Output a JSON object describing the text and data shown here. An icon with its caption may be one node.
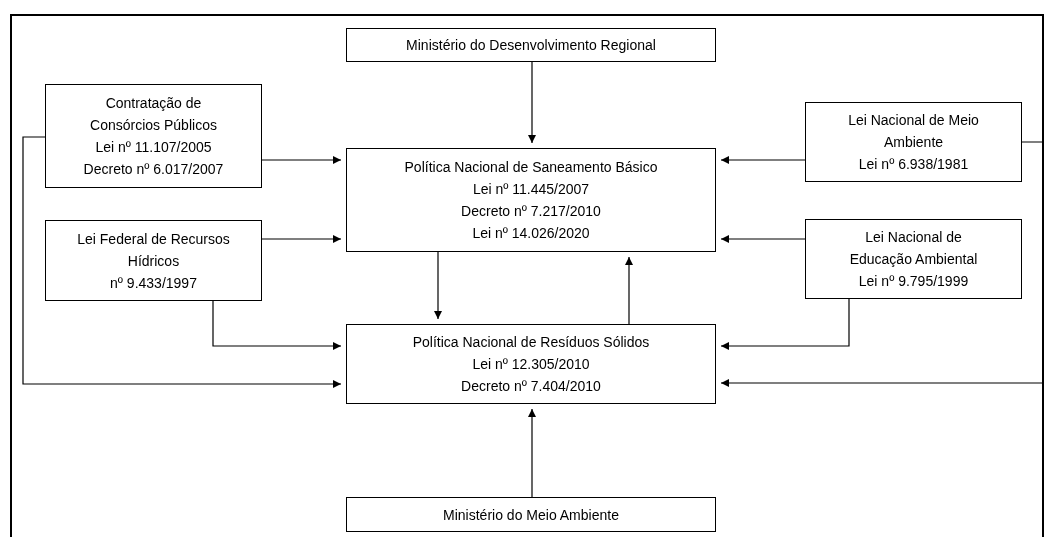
{
  "diagram": {
    "nodes": [
      {
        "text": [
          "Ministério do Desenvolvimento Regional"
        ]
      },
      {
        "text": [
          "Contratação de Consórcios Públicos",
          "Lei nº 11.107/2005",
          "Decreto nº 6.017/2007"
        ]
      },
      {
        "text": [
          "Lei Federal de Recursos Hídricos",
          "nº 9.433/1997"
        ]
      },
      {
        "text": [
          "Política Nacional de Saneamento Básico",
          "Lei nº 11.445/2007",
          "Decreto nº 7.217/2010",
          "Lei nº 14.026/2020"
        ]
      },
      {
        "text": [
          "Lei Nacional de Meio Ambiente",
          "Lei nº 6.938/1981"
        ]
      },
      {
        "text": [
          "Lei Nacional de Educação Ambiental",
          "Lei nº 9.795/1999"
        ]
      },
      {
        "text": [
          "Política Nacional de Resíduos Sólidos",
          "Lei nº 12.305/2010",
          "Decreto nº 7.404/2010"
        ]
      },
      {
        "text": [
          "Ministério do Meio Ambiente"
        ]
      }
    ],
    "edges": [
      {
        "from": 0,
        "to": 3,
        "arrow": "to"
      },
      {
        "from": 1,
        "to": 3,
        "arrow": "to"
      },
      {
        "from": 2,
        "to": 3,
        "arrow": "to"
      },
      {
        "from": 4,
        "to": 3,
        "arrow": "to"
      },
      {
        "from": 5,
        "to": 3,
        "arrow": "to"
      },
      {
        "from": 3,
        "to": 6,
        "arrow": "to"
      },
      {
        "from": 6,
        "to": 3,
        "arrow": "to"
      },
      {
        "from": 2,
        "to": 6,
        "arrow": "to"
      },
      {
        "from": 1,
        "to": 6,
        "arrow": "to"
      },
      {
        "from": 5,
        "to": 6,
        "arrow": "to"
      },
      {
        "from": 4,
        "to": 6,
        "arrow": "to"
      },
      {
        "from": 7,
        "to": 6,
        "arrow": "to"
      }
    ]
  }
}
